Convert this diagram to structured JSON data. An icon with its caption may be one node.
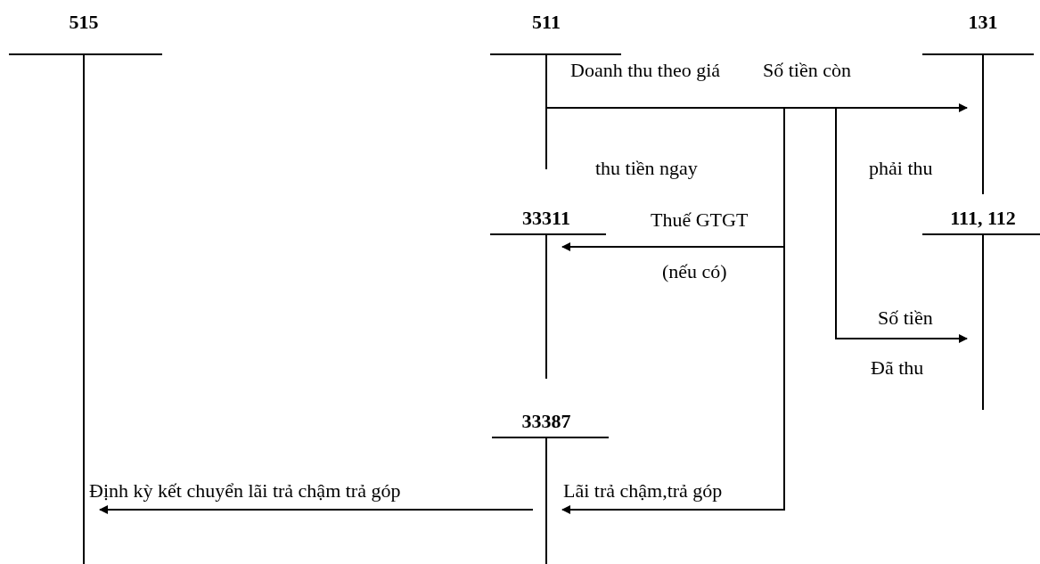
{
  "diagram": {
    "nodes": [
      {
        "text": [
          "515"
        ]
      },
      {
        "text": [
          "511"
        ]
      },
      {
        "text": [
          "131"
        ]
      },
      {
        "text": [
          "33311"
        ]
      },
      {
        "text": [
          "111, 112"
        ]
      },
      {
        "text": [
          "33387"
        ]
      }
    ],
    "edges": [
      {
        "from": 1,
        "to": 2,
        "arrow": "to"
      },
      {
        "from": 1,
        "to": 3,
        "arrow": "to"
      },
      {
        "from": 1,
        "to": 4,
        "arrow": "to"
      },
      {
        "from": 1,
        "to": 5,
        "arrow": "to",
        "label": "Lãi trả chậm,trả góp"
      },
      {
        "from": 5,
        "to": 0,
        "arrow": "to",
        "label": "Định kỳ kết chuyển lãi trả chậm trả góp"
      }
    ],
    "labels": [
      "Doanh thu theo giá",
      "Số tiền còn",
      "thu tiền ngay",
      "phải thu",
      "Thuế GTGT",
      "(nếu có)",
      "Số tiền",
      "Đã thu"
    ]
  }
}
